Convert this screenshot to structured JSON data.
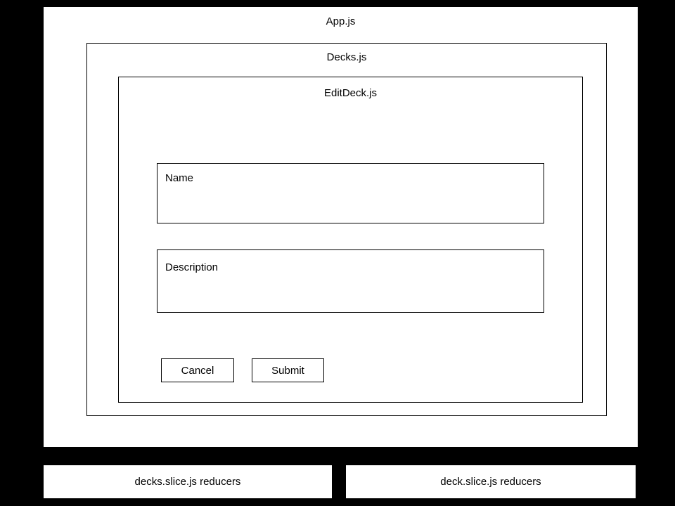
{
  "diagram": {
    "app": {
      "title": "App.js"
    },
    "decks": {
      "title": "Decks.js"
    },
    "edit_deck": {
      "title": "EditDeck.js",
      "name_field": {
        "label": "Name"
      },
      "description_field": {
        "label": "Description"
      },
      "buttons": {
        "cancel_label": "Cancel",
        "submit_label": "Submit"
      }
    },
    "reducers": [
      {
        "label": "decks.slice.js reducers"
      },
      {
        "label": "deck.slice.js reducers"
      }
    ]
  },
  "colors": {
    "background": "#000000",
    "surface": "#ffffff",
    "border": "#000000",
    "text": "#000000"
  }
}
